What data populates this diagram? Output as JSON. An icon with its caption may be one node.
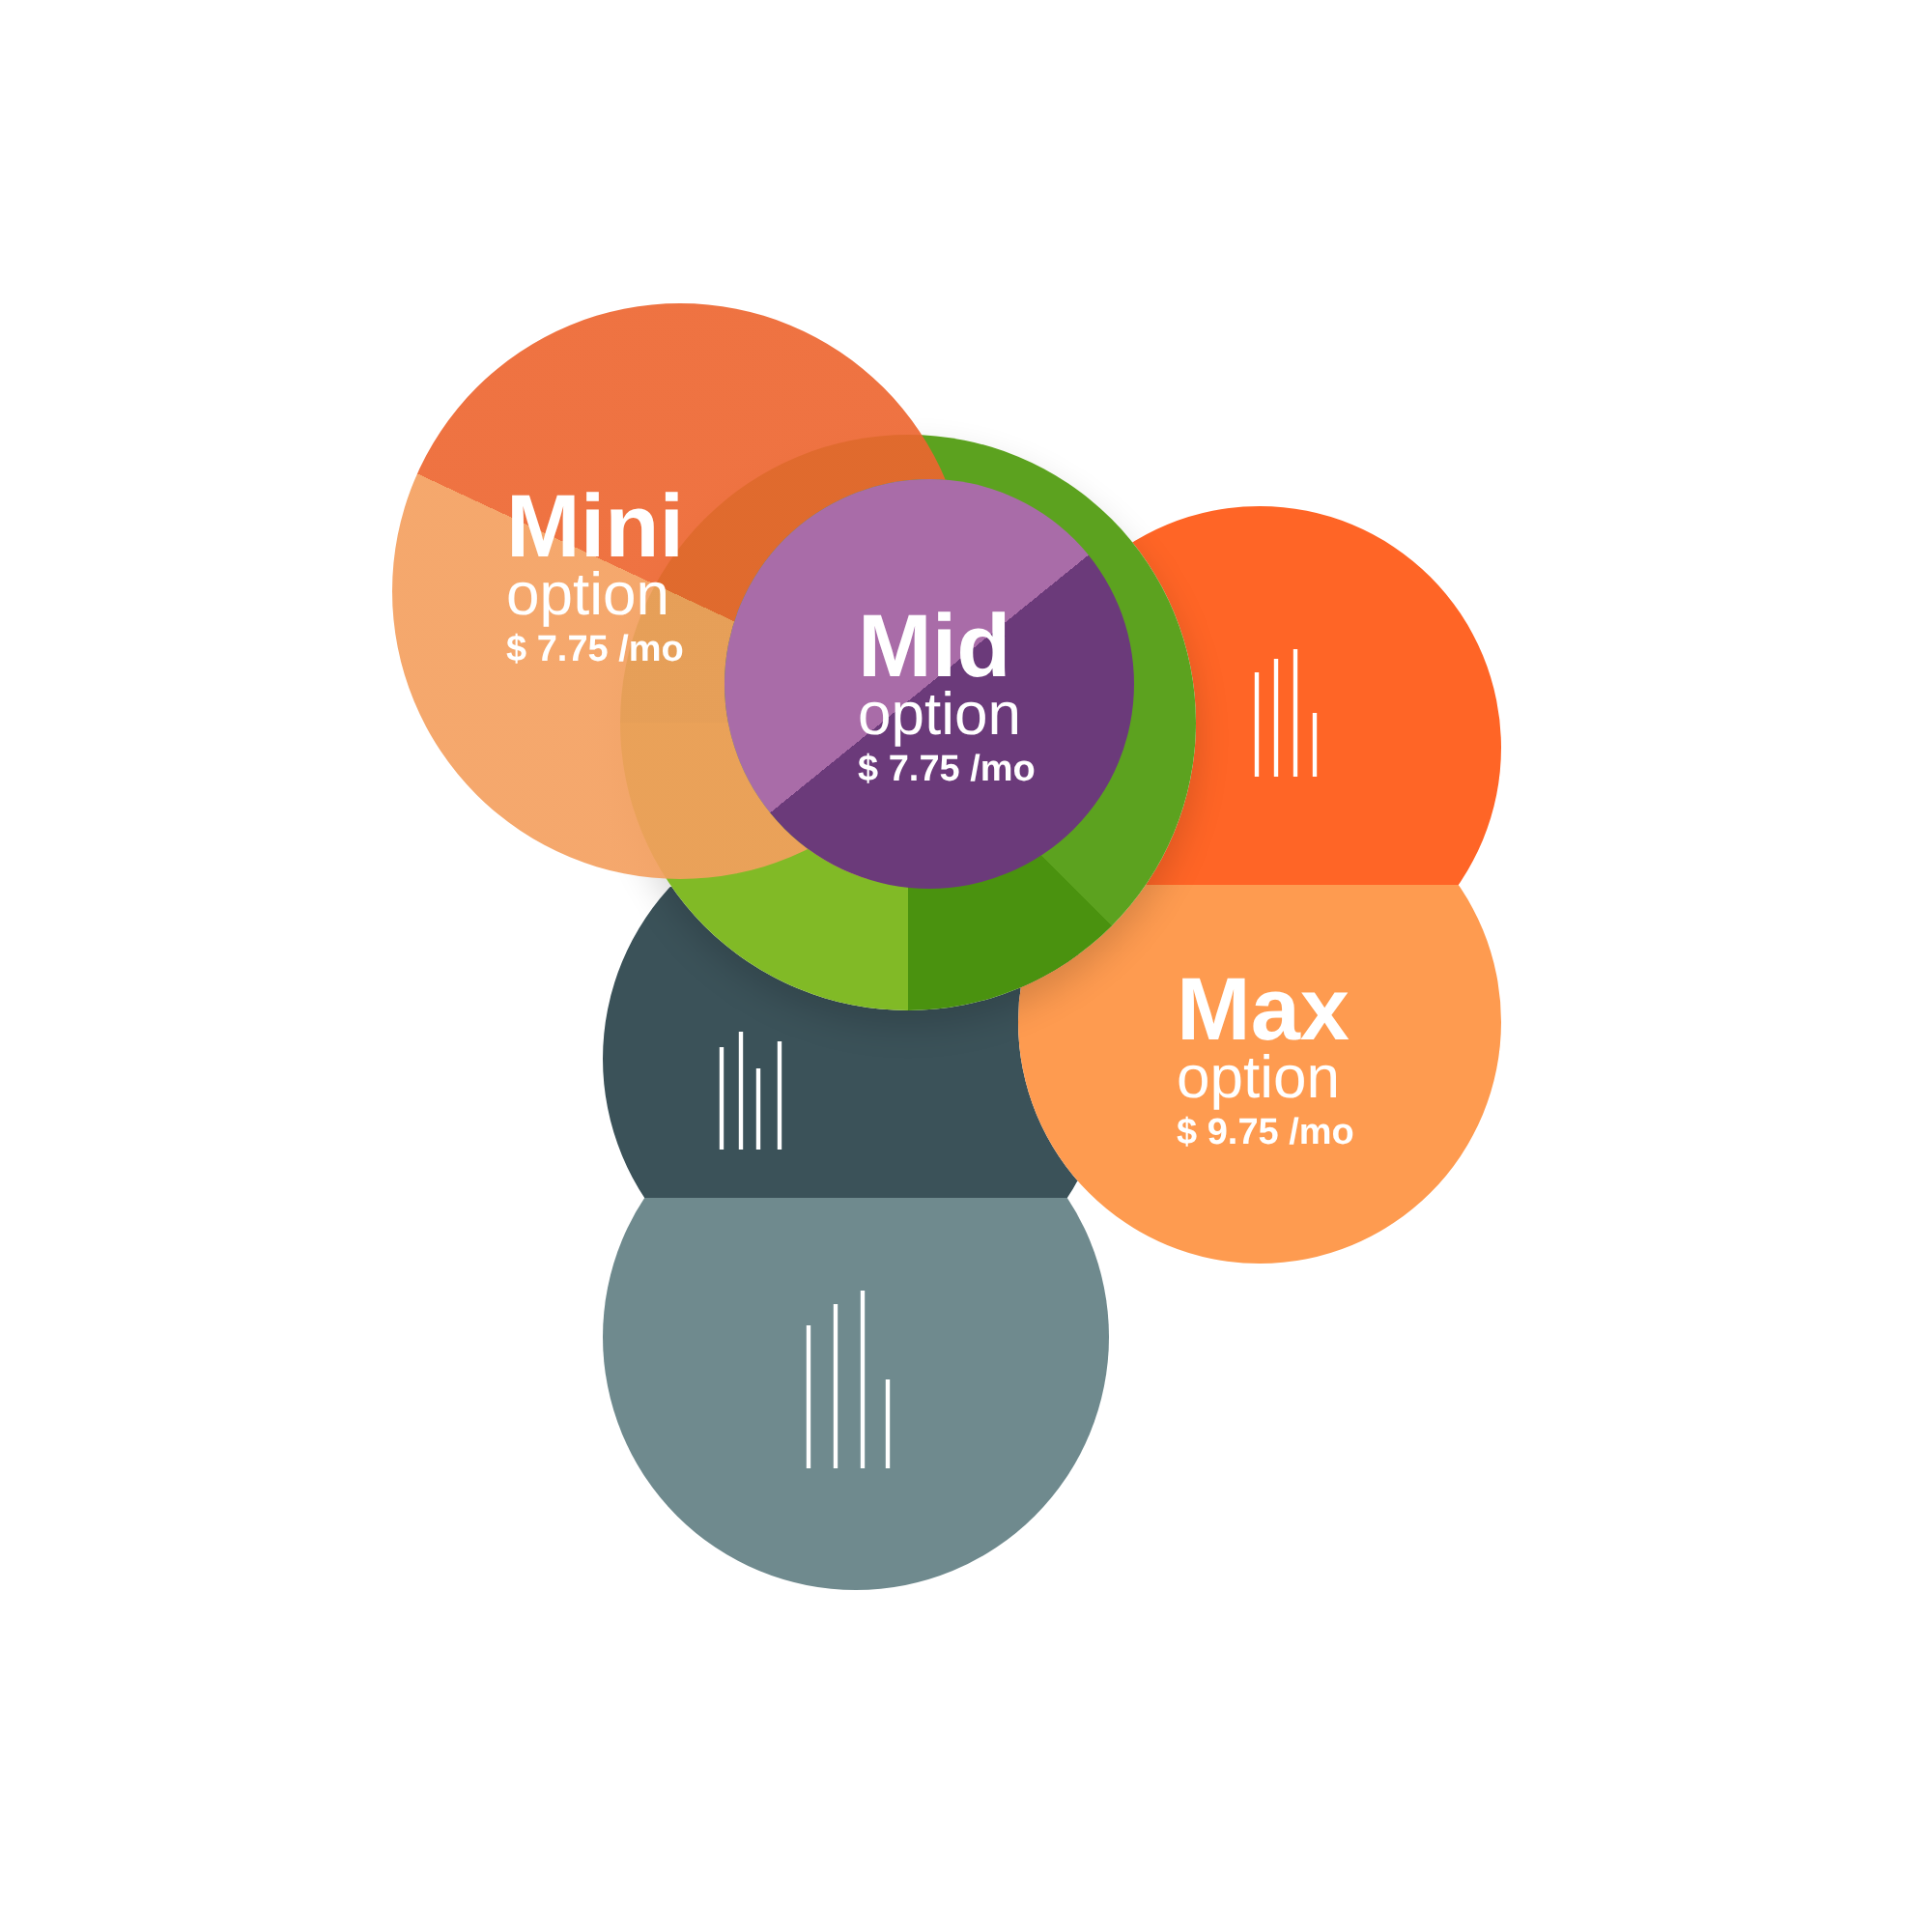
{
  "diagram": {
    "nodes": [
      {
        "text": [
          "Mini",
          "option",
          "$ 7.75 /mo"
        ]
      },
      {
        "text": [],
        "shape": "circle"
      },
      {
        "text": [
          "Mid",
          "option",
          "$ 7.75 /mo"
        ],
        "in": 1
      },
      {
        "text": [],
        "shape": "circle"
      },
      {
        "text": [
          "Max",
          "option",
          "$ 9.75 /mo"
        ]
      },
      {
        "text": [],
        "shape": "circle"
      },
      {
        "text": [],
        "shape": "circle"
      }
    ]
  }
}
